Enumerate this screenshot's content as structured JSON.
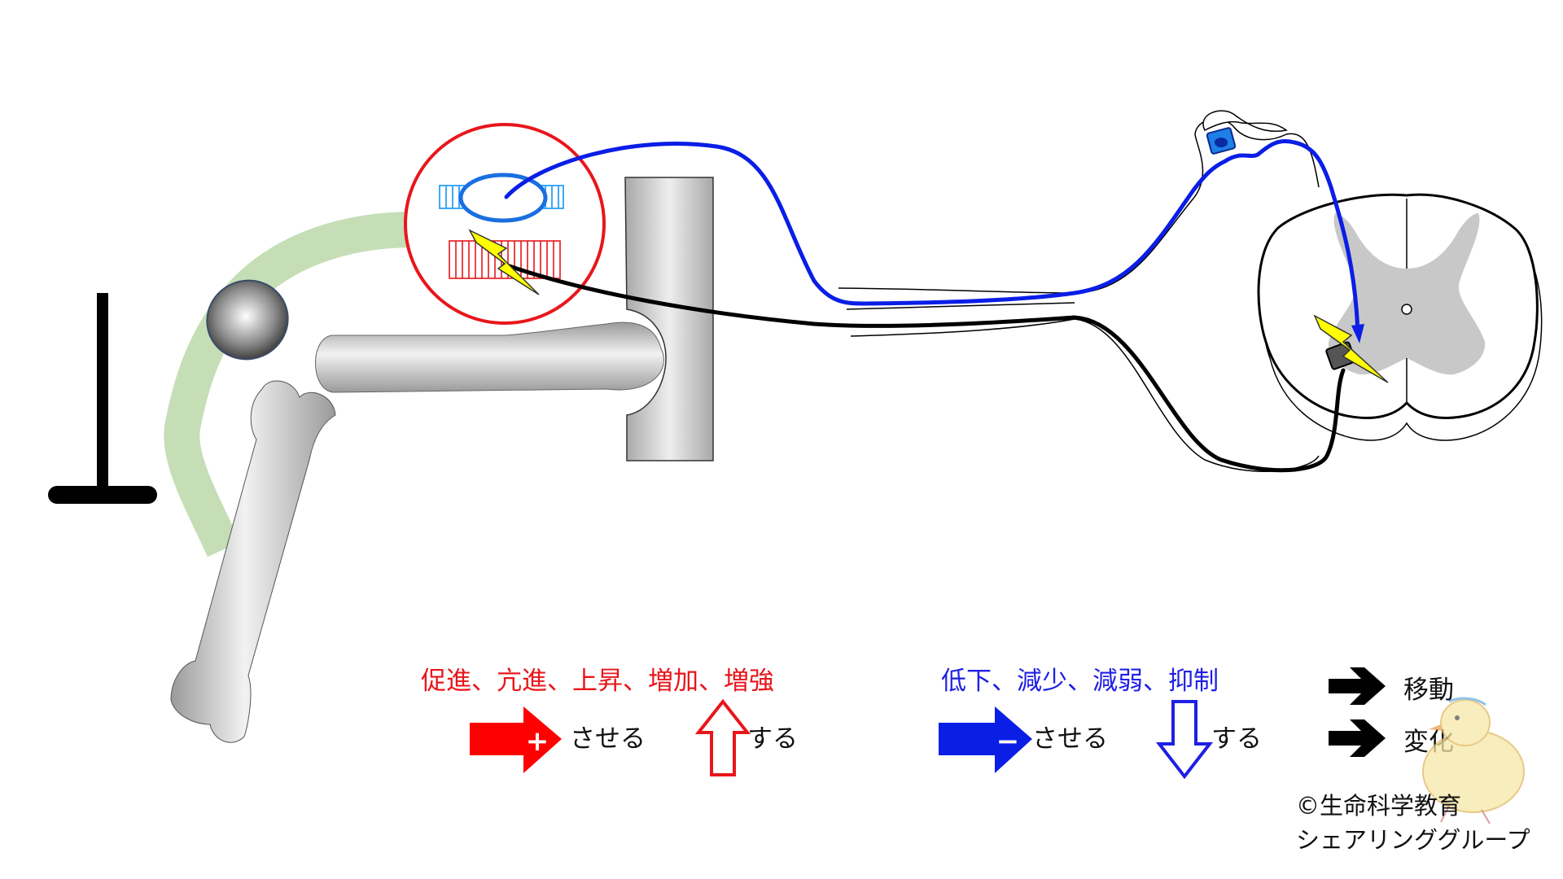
{
  "legend": {
    "promote": {
      "terms": "促進、亢進、上昇、増加、増強",
      "cause_label": "させる",
      "do_label": "する",
      "plus_symbol": "+",
      "color": "#ff0000"
    },
    "suppress": {
      "terms": "低下、減少、減弱、抑制",
      "cause_label": "させる",
      "do_label": "する",
      "minus_symbol": "−",
      "color": "#0000ff"
    },
    "movement_label": "移動",
    "change_label": "変化"
  },
  "credit": {
    "line1": "©生命科学教育",
    "line2": "シェアリンググループ"
  },
  "colors": {
    "muscle_band": "#c5deb6",
    "spindle_circle": "#e8161b",
    "afferent": "#0a1ee6",
    "efferent": "#000000",
    "intrafusal": "#3fa9f5",
    "extrafusal": "#e8161b",
    "spark": "#ffff00",
    "gray_matter": "#c8c8c8"
  },
  "icons": [
    "lightning-icon",
    "plus-arrow-icon",
    "minus-arrow-icon",
    "hollow-up-arrow-icon",
    "hollow-down-arrow-icon",
    "black-arrow-icon",
    "chick-mascot-icon"
  ]
}
